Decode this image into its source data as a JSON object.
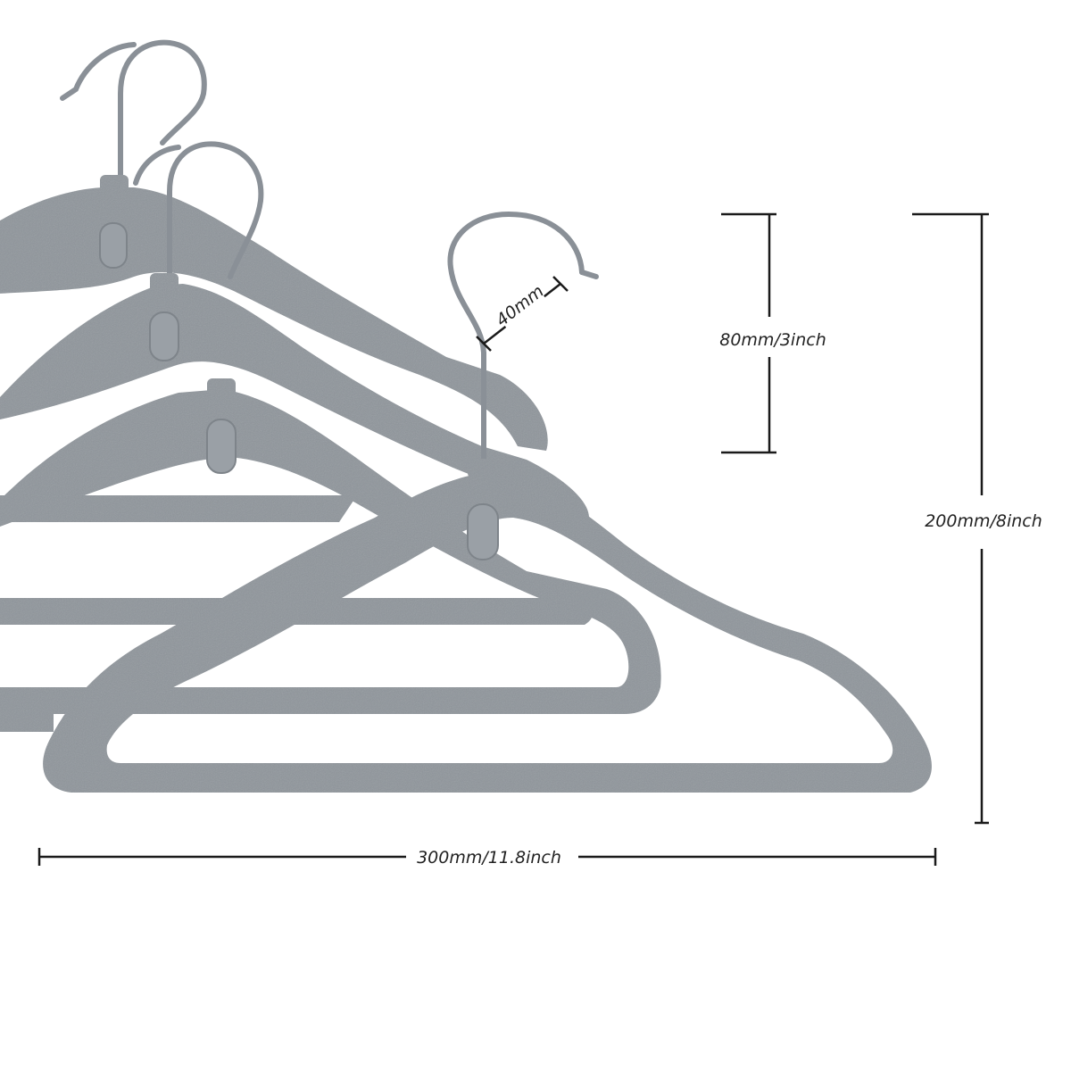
{
  "colors": {
    "background": "#ffffff",
    "hanger_felt": "#8f959b",
    "hanger_felt_light": "#9ba1a7",
    "hook_metal": "#8a9097",
    "dimension_line": "#1a1a1a"
  },
  "icons": [
    "hanger-icon",
    "hook-icon"
  ],
  "dimensions": {
    "hook_width": "40mm",
    "hook_height": "80mm/3inch",
    "total_height": "200mm/8inch",
    "total_width": "300mm/11.8inch"
  }
}
